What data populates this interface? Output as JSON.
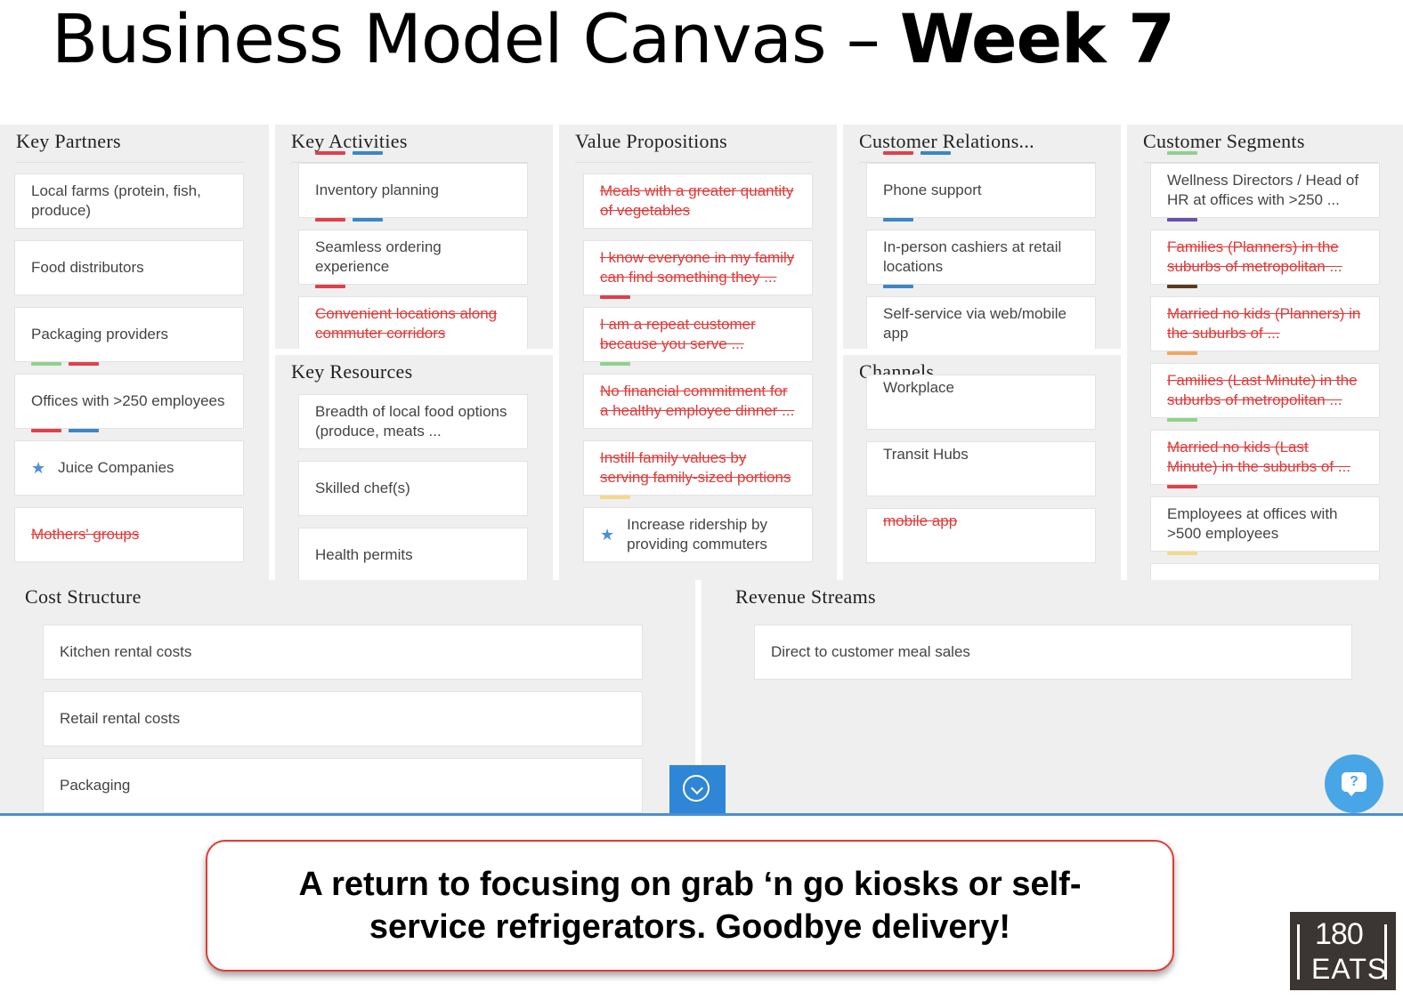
{
  "page": {
    "title_regular": "Business Model Canvas – ",
    "title_bold": "Week 7"
  },
  "colors": {
    "red": "#e0404a",
    "blue": "#3b86c6",
    "green": "#8fd18f",
    "purple": "#6a4fb0",
    "brown": "#5a3a20",
    "orange": "#f0a860",
    "yellow": "#f3d98a",
    "struck_text": "#e03a3a",
    "accent": "#2f86d6"
  },
  "key_partners": {
    "title": "Key Partners",
    "cards": [
      {
        "text": "Local farms (protein, fish, produce)",
        "struck": false,
        "tags": []
      },
      {
        "text": "Food distributors",
        "struck": false,
        "tags": []
      },
      {
        "text": "Packaging providers",
        "struck": false,
        "tags": []
      },
      {
        "text": "Offices with >250 employees",
        "struck": false,
        "tags": [
          "green",
          "red"
        ]
      },
      {
        "text": "Juice Companies",
        "struck": false,
        "tags": [
          "red",
          "blue"
        ],
        "icon": "star-icon"
      },
      {
        "text": "Mothers' groups",
        "struck": true,
        "tags": []
      }
    ]
  },
  "key_activities": {
    "title": "Key Activities",
    "cards": [
      {
        "text": "Inventory planning",
        "struck": false,
        "tags": [
          "red",
          "blue"
        ]
      },
      {
        "text": "Seamless ordering experience",
        "struck": false,
        "tags": [
          "red",
          "blue"
        ]
      },
      {
        "text": "Convenient locations along commuter corridors",
        "struck": true,
        "tags": [
          "red"
        ]
      }
    ]
  },
  "key_resources": {
    "title": "Key Resources",
    "cards": [
      {
        "text": "Breadth of local food options (produce, meats ...",
        "struck": false,
        "tags": []
      },
      {
        "text": "Skilled chef(s)",
        "struck": false,
        "tags": []
      },
      {
        "text": "Health permits",
        "struck": false,
        "tags": []
      }
    ]
  },
  "value_propositions": {
    "title": "Value Propositions",
    "cards": [
      {
        "text": "Meals with a greater quantity of vegetables",
        "struck": true,
        "tags": []
      },
      {
        "text": "I know everyone in my family can find something they ...",
        "struck": true,
        "tags": []
      },
      {
        "text": "I am a repeat customer because you serve ...",
        "struck": true,
        "tags": [
          "red"
        ]
      },
      {
        "text": "No financial commitment for a healthy employee dinner ...",
        "struck": true,
        "tags": [
          "green"
        ]
      },
      {
        "text": "Instill family values by serving family-sized portions",
        "struck": true,
        "tags": []
      },
      {
        "text": "Increase ridership by providing commuters",
        "struck": false,
        "tags": [
          "yellow"
        ],
        "icon": "star-icon"
      }
    ]
  },
  "customer_relations": {
    "title": "Customer Relations...",
    "cards": [
      {
        "text": "Phone support",
        "struck": false,
        "tags": [
          "red",
          "blue"
        ]
      },
      {
        "text": "In-person cashiers at retail locations",
        "struck": false,
        "tags": [
          "blue"
        ]
      },
      {
        "text": "Self-service via web/mobile app",
        "struck": false,
        "tags": [
          "blue"
        ]
      }
    ]
  },
  "channels": {
    "title": "Channels",
    "cards": [
      {
        "text": "Workplace",
        "struck": false,
        "tags": []
      },
      {
        "text": "Transit Hubs",
        "struck": false,
        "tags": []
      },
      {
        "text": "mobile app",
        "struck": true,
        "tags": []
      }
    ]
  },
  "customer_segments": {
    "title": "Customer Segments",
    "cards": [
      {
        "text": "Wellness Directors / Head of HR at offices with >250 ...",
        "struck": false,
        "tags": [
          "green"
        ]
      },
      {
        "text": "Families (Planners) in the suburbs of metropolitan ...",
        "struck": true,
        "tags": [
          "purple"
        ]
      },
      {
        "text": "Married no kids (Planners) in the suburbs of ...",
        "struck": true,
        "tags": [
          "brown"
        ]
      },
      {
        "text": "Families (Last Minute) in the suburbs of metropolitan ...",
        "struck": true,
        "tags": [
          "orange"
        ]
      },
      {
        "text": "Married no kids (Last Minute) in the suburbs of ...",
        "struck": true,
        "tags": [
          "green"
        ]
      },
      {
        "text": "Employees at offices with >500 employees",
        "struck": false,
        "tags": [
          "red"
        ]
      },
      {
        "text": "",
        "struck": false,
        "tags": [
          "yellow"
        ]
      }
    ]
  },
  "cost_structure": {
    "title": "Cost Structure",
    "cards": [
      {
        "text": "Kitchen rental costs",
        "struck": false,
        "tags": []
      },
      {
        "text": "Retail rental costs",
        "struck": false,
        "tags": []
      },
      {
        "text": "Packaging",
        "struck": false,
        "tags": []
      }
    ]
  },
  "revenue_streams": {
    "title": "Revenue Streams",
    "cards": [
      {
        "text": "Direct to customer meal sales",
        "struck": false,
        "tags": []
      }
    ]
  },
  "callout": {
    "text": "A return to focusing on grab ‘n go kiosks or self-service refrigerators. Goodbye delivery!"
  },
  "logo": {
    "number": "180",
    "word": "EATS"
  },
  "widgets": {
    "help_glyph": "?"
  }
}
